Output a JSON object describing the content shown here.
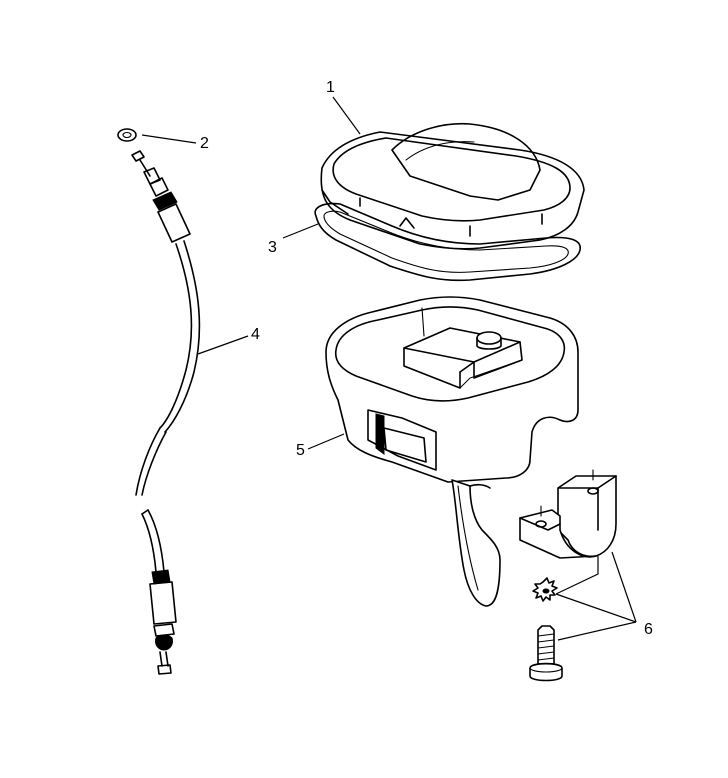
{
  "callouts": {
    "c1": "1",
    "c2": "2",
    "c3": "3",
    "c4": "4",
    "c5": "5",
    "c6": "6"
  },
  "colors": {
    "ink": "#000000",
    "background": "#ffffff"
  }
}
